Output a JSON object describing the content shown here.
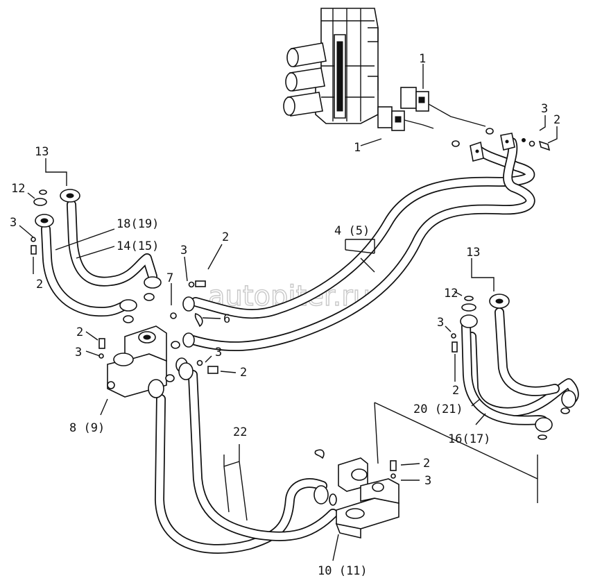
{
  "watermark": "autopiter.ru",
  "labels": [
    {
      "id": "callout-1-top",
      "text": "1"
    },
    {
      "id": "callout-1-left",
      "text": "1"
    },
    {
      "id": "callout-3-top-right",
      "text": "3"
    },
    {
      "id": "callout-2-top-right",
      "text": "2"
    },
    {
      "id": "callout-13-left",
      "text": "13"
    },
    {
      "id": "callout-12-left",
      "text": "12"
    },
    {
      "id": "callout-3-left",
      "text": "3"
    },
    {
      "id": "callout-18-19",
      "text": "18(19)"
    },
    {
      "id": "callout-14-15",
      "text": "14(15)"
    },
    {
      "id": "callout-2-left",
      "text": "2"
    },
    {
      "id": "callout-3-mid",
      "text": "3"
    },
    {
      "id": "callout-2-mid",
      "text": "2"
    },
    {
      "id": "callout-7",
      "text": "7"
    },
    {
      "id": "callout-6",
      "text": "6"
    },
    {
      "id": "callout-4-5",
      "text": "4 (5)"
    },
    {
      "id": "callout-13-right",
      "text": "13"
    },
    {
      "id": "callout-12-right",
      "text": "12"
    },
    {
      "id": "callout-3-right",
      "text": "3"
    },
    {
      "id": "callout-2-right",
      "text": "2"
    },
    {
      "id": "callout-20-21",
      "text": "20 (21)"
    },
    {
      "id": "callout-16-17",
      "text": "16(17)"
    },
    {
      "id": "callout-2-block-left",
      "text": "2"
    },
    {
      "id": "callout-3-block-left",
      "text": "3"
    },
    {
      "id": "callout-3-block-right",
      "text": "3"
    },
    {
      "id": "callout-2-block-right",
      "text": "2"
    },
    {
      "id": "callout-8-9",
      "text": "8 (9)"
    },
    {
      "id": "callout-22",
      "text": "22"
    },
    {
      "id": "callout-2-bottom",
      "text": "2"
    },
    {
      "id": "callout-3-bottom",
      "text": "3"
    },
    {
      "id": "callout-10-11",
      "text": "10 (11)"
    }
  ]
}
